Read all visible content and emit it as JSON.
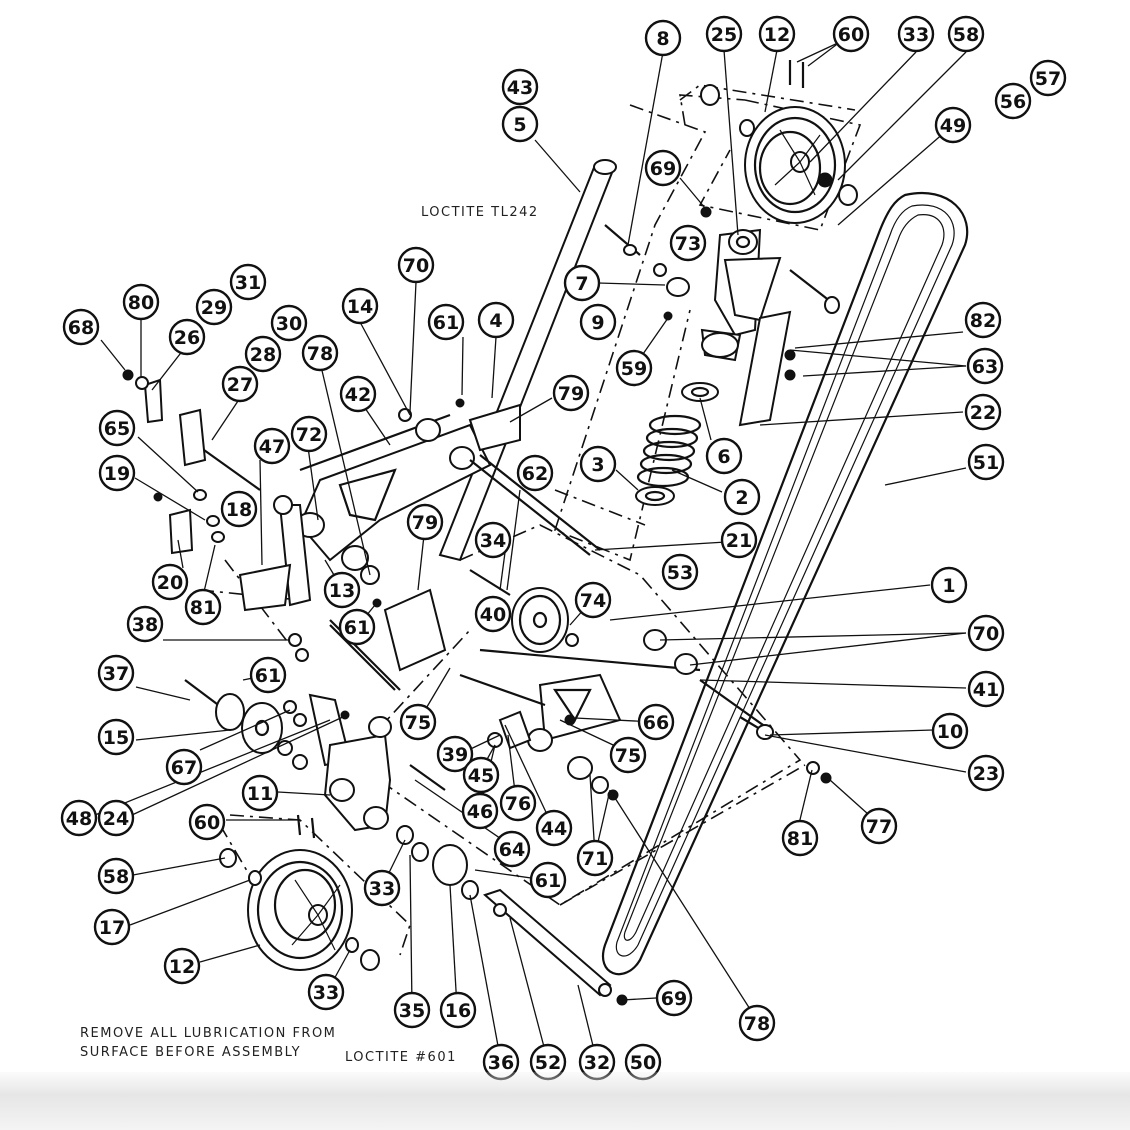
{
  "notes": {
    "loctite_tl242": "LOCTITE TL242",
    "remove_lubrication": "REMOVE ALL LUBRICATION FROM\nSURFACE BEFORE ASSEMBLY",
    "loctite_601": "LOCTITE #601"
  },
  "callouts": [
    "8",
    "25",
    "12",
    "60",
    "33",
    "58",
    "57",
    "56",
    "49",
    "43",
    "5",
    "69",
    "73",
    "7",
    "9",
    "70",
    "61",
    "4",
    "14",
    "79",
    "82",
    "63",
    "22",
    "59",
    "6",
    "3",
    "2",
    "51",
    "80",
    "31",
    "29",
    "26",
    "68",
    "30",
    "28",
    "27",
    "78",
    "42",
    "65",
    "72",
    "47",
    "19",
    "18",
    "20",
    "81",
    "13",
    "61",
    "62",
    "34",
    "21",
    "53",
    "1",
    "70",
    "41",
    "10",
    "23",
    "38",
    "37",
    "61",
    "15",
    "67",
    "48",
    "24",
    "11",
    "60",
    "58",
    "17",
    "12",
    "33",
    "33",
    "35",
    "16",
    "36",
    "52",
    "32",
    "50",
    "69",
    "78",
    "39",
    "45",
    "46",
    "76",
    "44",
    "64",
    "61",
    "75",
    "75",
    "66",
    "71",
    "81",
    "77",
    "40",
    "74",
    "79"
  ]
}
